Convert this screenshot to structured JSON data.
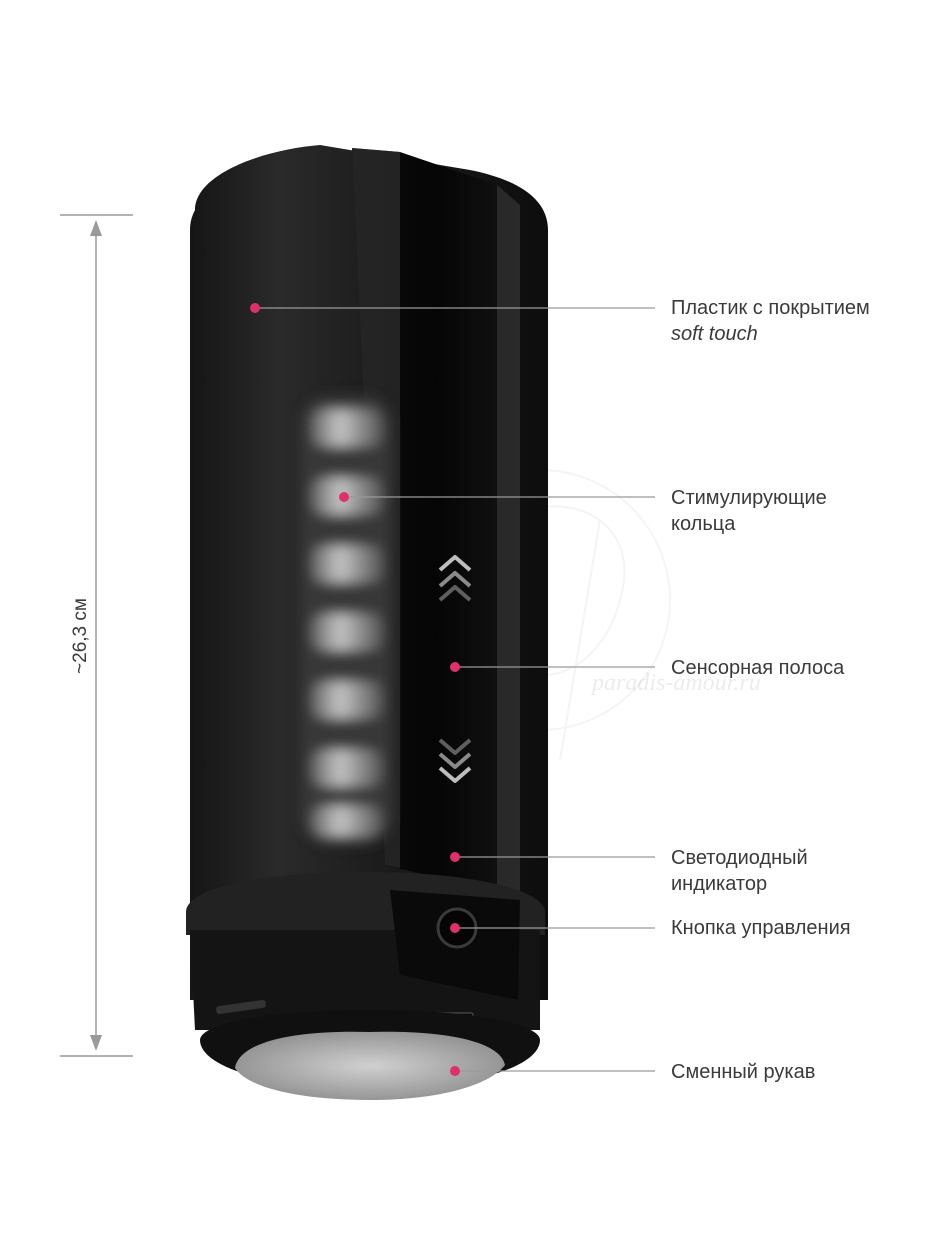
{
  "dimension": {
    "label": "~26,3 см"
  },
  "callouts": [
    {
      "id": "coating",
      "lines": [
        "Пластик с покрытием",
        "soft touch"
      ]
    },
    {
      "id": "rings",
      "lines": [
        "Стимулирующие",
        "кольца"
      ]
    },
    {
      "id": "touch-strip",
      "lines": [
        "Сенсорная полоса"
      ]
    },
    {
      "id": "led",
      "lines": [
        "Светодиодный",
        "индикатор"
      ]
    },
    {
      "id": "button",
      "lines": [
        "Кнопка управления"
      ]
    },
    {
      "id": "sleeve",
      "lines": [
        "Сменный рукав"
      ]
    }
  ],
  "watermark": {
    "text": "paradis-amour.ru"
  },
  "colors": {
    "marker": "#e0306b",
    "leader_line": "#9a9a9a",
    "device_body": "#1c1c1c",
    "text": "#3a3a3a"
  },
  "icons": [
    "chevron-up-double-icon",
    "chevron-down-double-icon"
  ]
}
